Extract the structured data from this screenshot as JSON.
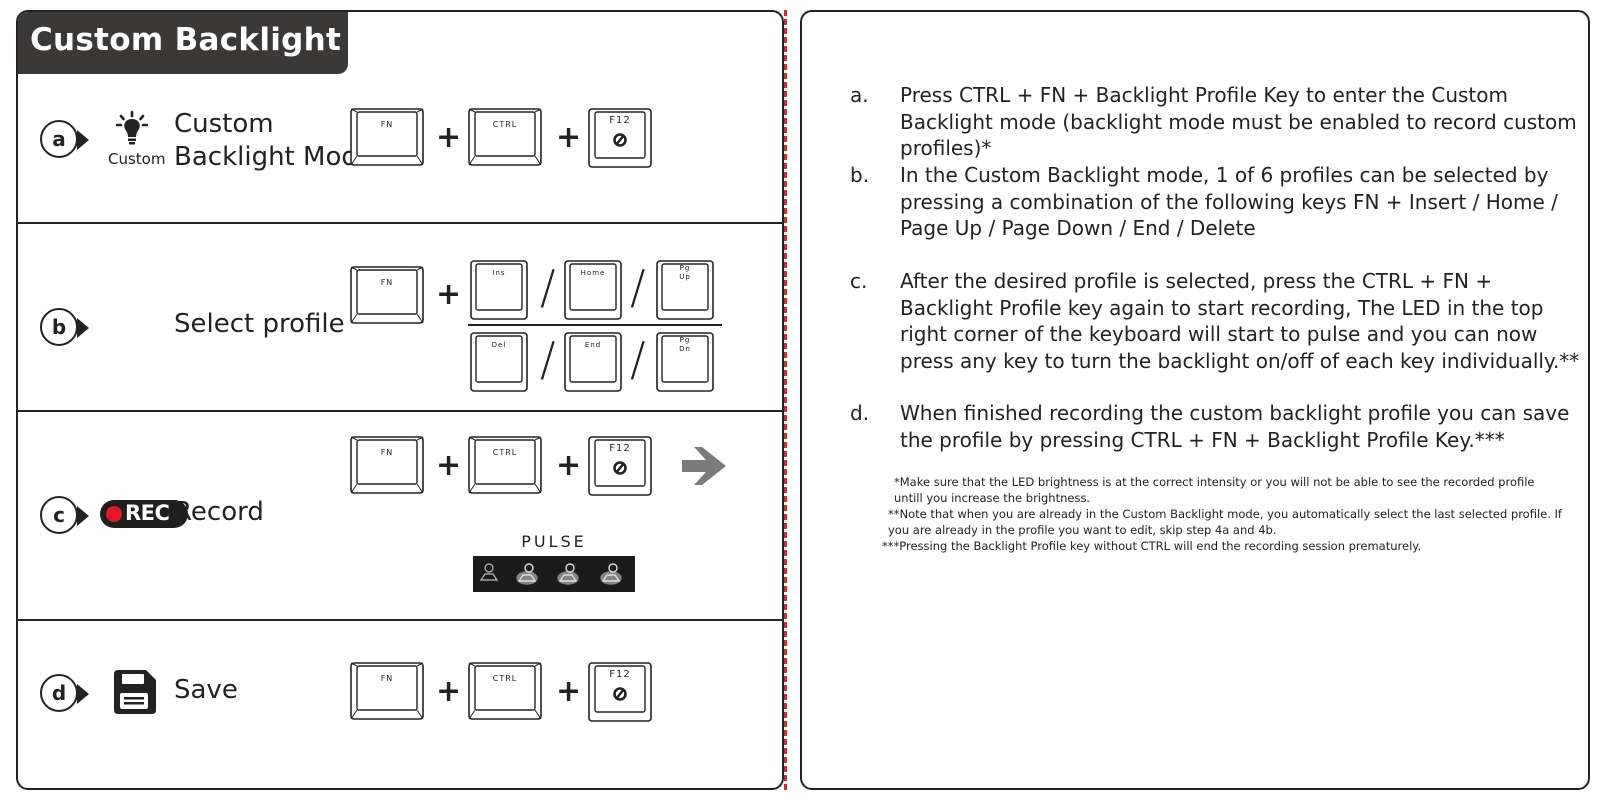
{
  "title": "Custom Backlight",
  "steps": {
    "a": {
      "badge": "a",
      "icon_label": "Custom",
      "label_line1": "Custom",
      "label_line2": "Backlight Mode"
    },
    "b": {
      "badge": "b",
      "label": "Select profile"
    },
    "c": {
      "badge": "c",
      "rec_label": "REC",
      "label": "Record",
      "pulse_label": "Pulse"
    },
    "d": {
      "badge": "d",
      "label": "Save"
    }
  },
  "keys": {
    "fn": "FN",
    "ctrl": "CTRL",
    "f12": "F12",
    "ins": "Ins",
    "home": "Home",
    "pgup_1": "Pg",
    "pgup_2": "Up",
    "del": "Del",
    "end": "End",
    "pgdn_1": "Pg",
    "pgdn_2": "Dn"
  },
  "symbols": {
    "plus": "+",
    "slash": "/"
  },
  "instructions": [
    {
      "letter": "a.",
      "text": "Press CTRL + FN + Backlight Profile Key to enter the Custom Backlight mode (backlight mode must be enabled to record custom profiles)*"
    },
    {
      "letter": "b.",
      "text": "In the Custom Backlight mode, 1 of 6 profiles can be selected by pressing a combination of the following keys FN + Insert / Home / Page Up / Page Down / End / Delete"
    },
    {
      "letter": "c.",
      "text": "After the desired profile is selected, press the CTRL + FN + Backlight Profile key again to start recording, The LED in the top right corner of the keyboard will start to pulse and you can now press any key to turn the backlight on/off of each key individually.**"
    },
    {
      "letter": "d.",
      "text": "When finished recording the custom backlight profile you can save the profile by pressing CTRL + FN + Backlight Profile Key.***"
    }
  ],
  "notes": [
    "*Make sure that the LED brightness is at the correct intensity or you will not be able to see the recorded profile untill you increase the brightness.",
    "**Note that when you are already in the Custom Backlight mode,  you automatically select the last selected profile. If you are already in the profile you want to edit, skip step 4a and 4b.",
    "***Pressing the Backlight Profile key without CTRL will end the recording session prematurely."
  ],
  "colors": {
    "accent_red": "#e01b24",
    "title_bg": "#3b3838",
    "separator": "#d9262e"
  },
  "icons": [
    "lightbulb-icon",
    "save-floppy-icon",
    "arrow-right-icon",
    "backlight-profile-icon",
    "caret-right-icon"
  ]
}
